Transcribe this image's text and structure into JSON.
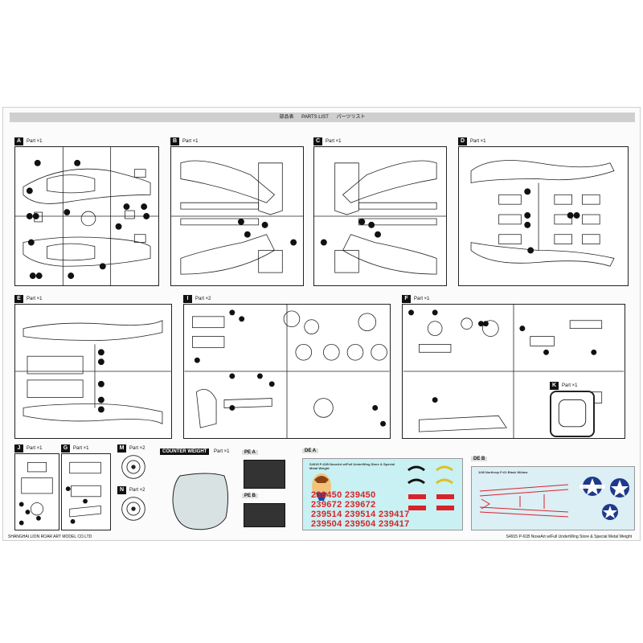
{
  "header": {
    "jp_label": "部品表",
    "en_label": "PARTS LIST",
    "kana_label": "パーツリスト"
  },
  "panels": [
    {
      "letter": "A",
      "qty": "Part ×1"
    },
    {
      "letter": "B",
      "qty": "Part ×1"
    },
    {
      "letter": "C",
      "qty": "Part ×1"
    },
    {
      "letter": "D",
      "qty": "Part ×1"
    },
    {
      "letter": "E",
      "qty": "Part ×1"
    },
    {
      "letter": "I",
      "qty": "Part ×2"
    },
    {
      "letter": "F",
      "qty": "Part ×1"
    },
    {
      "letter": "K",
      "qty": "Part ×1"
    },
    {
      "letter": "J",
      "qty": "Part ×1"
    },
    {
      "letter": "G",
      "qty": "Part ×1"
    },
    {
      "letter": "M",
      "qty": "Part ×2"
    },
    {
      "letter": "N",
      "qty": "Part ×2"
    }
  ],
  "counter_weight": {
    "label": "COUNTER WEIGHT",
    "qty": "Part ×1"
  },
  "photo_etch": [
    {
      "label": "PE A"
    },
    {
      "label": "PE B"
    }
  ],
  "decals": {
    "a": {
      "label": "DE A",
      "subtitle": "S4915 P-61B NoseArt w/Full UnderWing Store & Special Metal Weight",
      "serials_left": [
        "239450",
        "239672",
        "239514",
        "239504"
      ],
      "serials_right": [
        "239450",
        "239672",
        "239514",
        "239417",
        "239504",
        "239417"
      ]
    },
    "b": {
      "label": "DE B",
      "subtitle": "1/48 Northrop P-61 Black Widow"
    }
  },
  "footer": {
    "left": "SHANGHAI LION ROAR ART MODEL CO.LTD",
    "right": "S4915 P-61B NoseArt w/Full UnderWing Store & Special Metal Weight"
  }
}
